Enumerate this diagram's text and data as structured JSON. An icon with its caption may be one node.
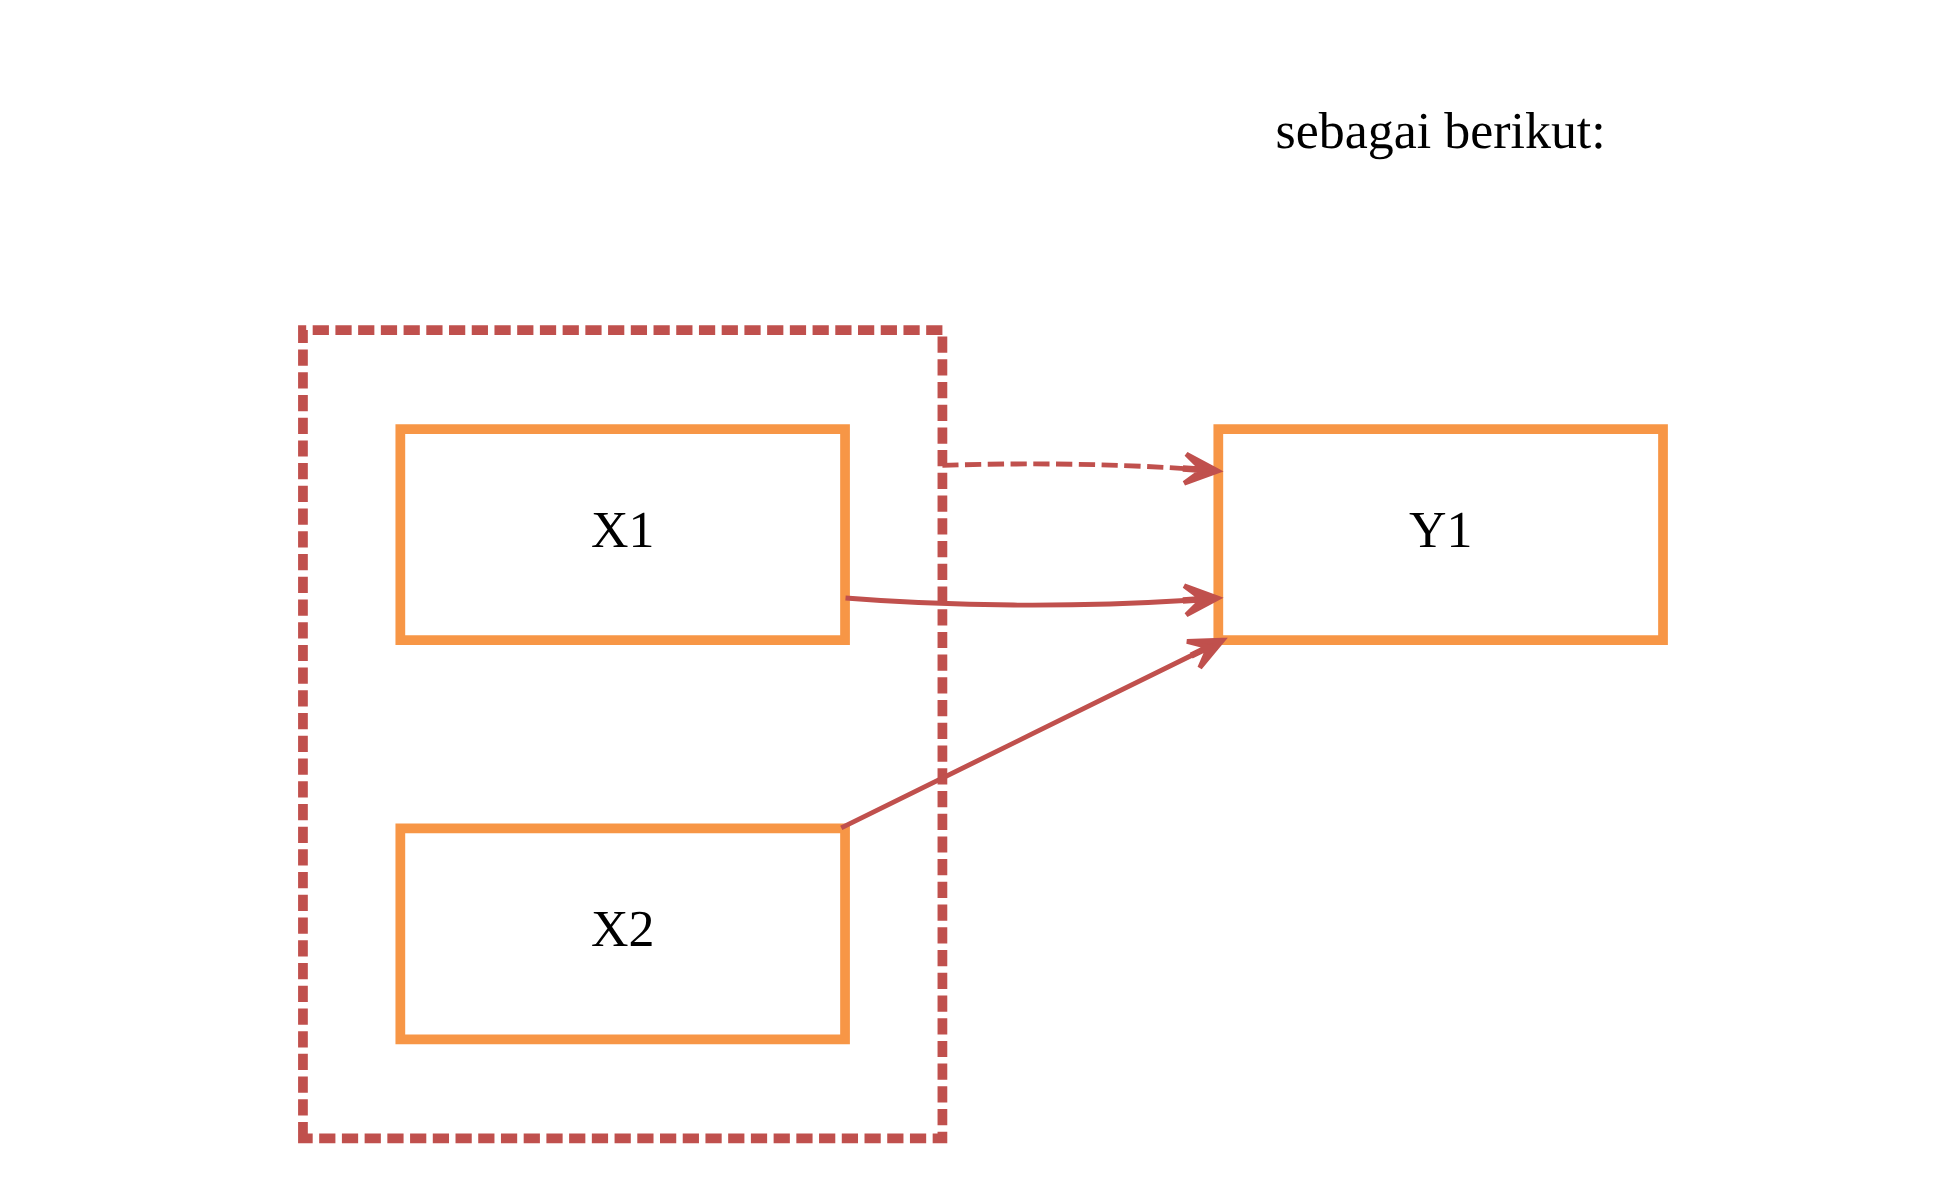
{
  "diagram": {
    "nodes": [
      {
        "text": [],
        "shape": "box"
      },
      {
        "text": [
          "X1"
        ],
        "in": 0
      },
      {
        "text": [
          "X2"
        ],
        "in": 0
      },
      {
        "text": [
          "Y1"
        ]
      }
    ],
    "edges": [
      {
        "from": 1,
        "to": 3,
        "arrow": "to"
      },
      {
        "from": 2,
        "to": 3,
        "arrow": "to"
      },
      {
        "from": 0,
        "to": 3,
        "arrow": "to",
        "style": "dashed"
      }
    ],
    "labels": [
      "sebagai berikut:"
    ]
  }
}
